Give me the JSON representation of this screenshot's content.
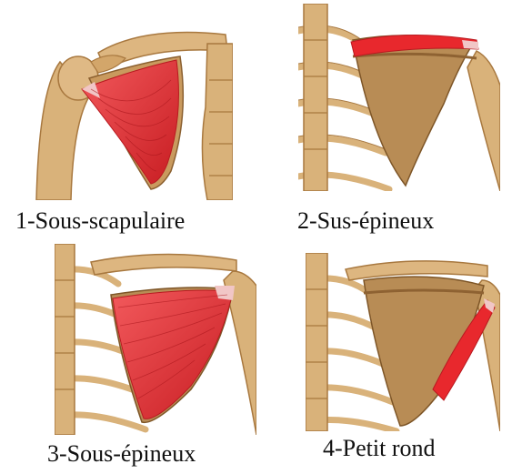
{
  "panels": [
    {
      "caption": "1-Sous-scapulaire",
      "muscle": "subscapularis"
    },
    {
      "caption": "2-Sus-épineux",
      "muscle": "supraspinatus"
    },
    {
      "caption": "3-Sous-épineux",
      "muscle": "infraspinatus"
    },
    {
      "caption": "4-Petit rond",
      "muscle": "teres-minor"
    }
  ],
  "colors": {
    "bone": "#d9b27a",
    "bone_dark": "#a8783f",
    "bone_light": "#ecd2a0",
    "muscle": "#e8282d",
    "muscle_dark": "#b81a20",
    "tendon": "#f1c6c6"
  }
}
